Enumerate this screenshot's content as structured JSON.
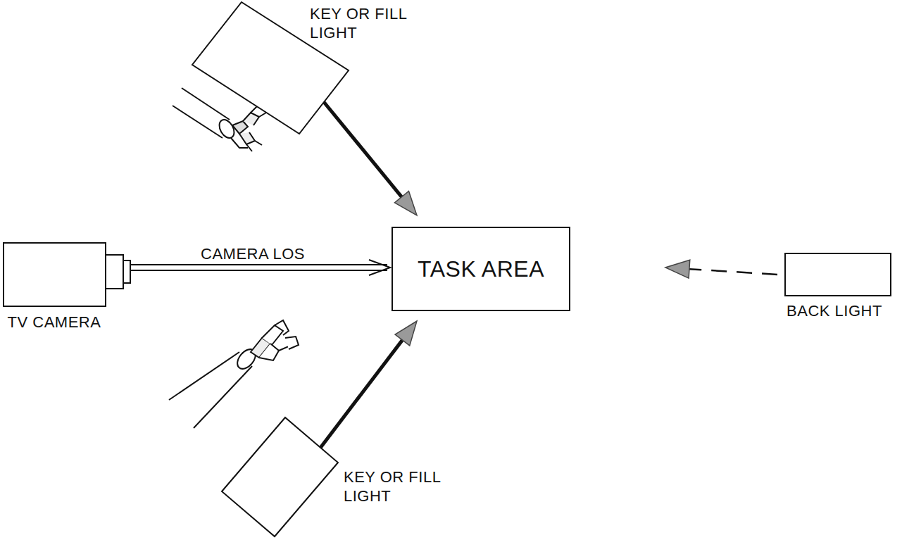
{
  "diagram": {
    "nodes": [
      {
        "text": [
          "KEY OR FILL LIGHT"
        ]
      },
      {
        "text": [
          "TV CAMERA"
        ]
      },
      {
        "text": [
          "TASK AREA"
        ]
      },
      {
        "text": [
          "BACK LIGHT"
        ]
      },
      {
        "text": [
          "KEY OR FILL LIGHT"
        ]
      }
    ],
    "edges": [
      {
        "from": 0,
        "to": 2,
        "arrow": "to"
      },
      {
        "from": 1,
        "to": 2,
        "label": "CAMERA LOS",
        "arrow": "to"
      },
      {
        "from": 3,
        "to": 2,
        "arrow": "to"
      },
      {
        "from": 4,
        "to": 2,
        "arrow": "to"
      }
    ]
  }
}
